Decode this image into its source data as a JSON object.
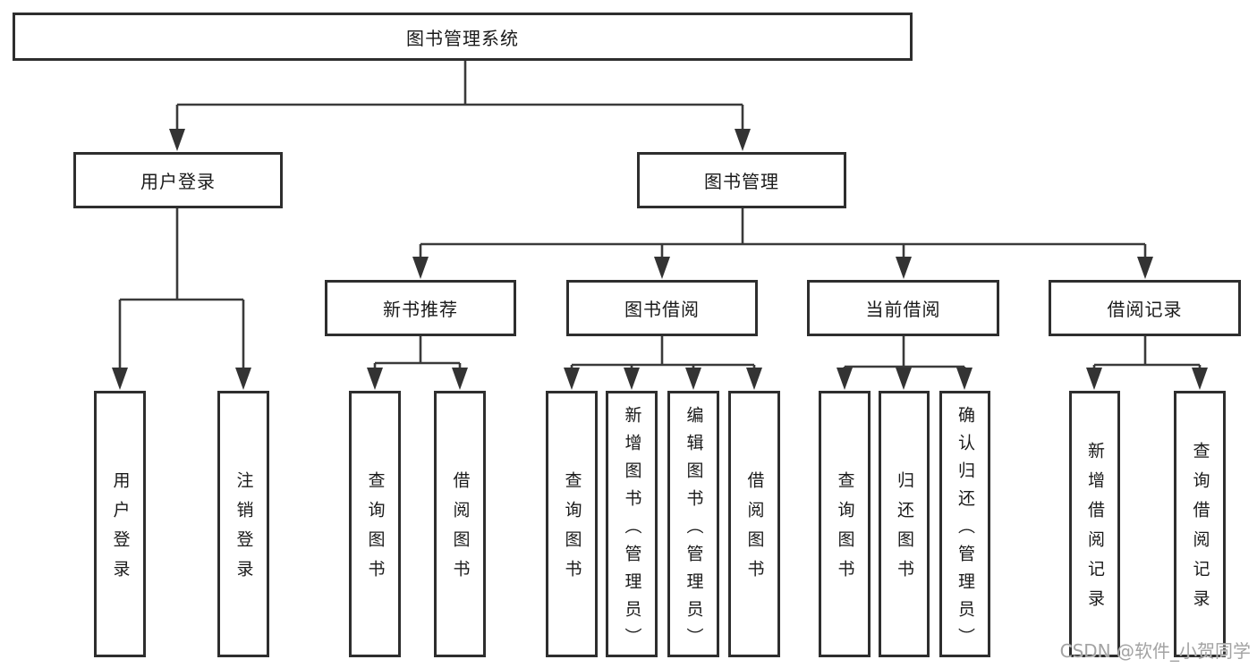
{
  "diagram_title": "图书管理系统",
  "colors": {
    "background": "#ffffff",
    "box_border": "#2e2e2e",
    "connector_line": "#3a3a3a",
    "text": "#1a1a1a",
    "watermark": "#a3a3a3"
  },
  "watermark": {
    "text": "CSDN @软件_小贺同学"
  },
  "nodes": {
    "root": {
      "label": "图书管理系统"
    },
    "user_login": {
      "label": "用户登录"
    },
    "book_mgmt": {
      "label": "图书管理"
    },
    "new_book_rec": {
      "label": "新书推荐"
    },
    "book_borrow": {
      "label": "图书借阅"
    },
    "current_borrow": {
      "label": "当前借阅"
    },
    "borrow_records": {
      "label": "借阅记录"
    },
    "leaf_user_login": {
      "label": "用户登录"
    },
    "leaf_logout": {
      "label": "注销登录"
    },
    "leaf_nbr_query": {
      "label": "查询图书"
    },
    "leaf_nbr_borrow": {
      "label": "借阅图书"
    },
    "leaf_bb_query": {
      "label": "查询图书"
    },
    "leaf_bb_add": {
      "label": "新增图书（管理员）"
    },
    "leaf_bb_edit": {
      "label": "编辑图书（管理员）"
    },
    "leaf_bb_borrow": {
      "label": "借阅图书"
    },
    "leaf_cb_query": {
      "label": "查询图书"
    },
    "leaf_cb_return": {
      "label": "归还图书"
    },
    "leaf_cb_confirm": {
      "label": "确认归还（管理员）"
    },
    "leaf_br_add": {
      "label": "新增借阅记录"
    },
    "leaf_br_query": {
      "label": "查询借阅记录"
    }
  },
  "hierarchy": {
    "图书管理系统": {
      "用户登录": [
        "用户登录",
        "注销登录"
      ],
      "图书管理": {
        "新书推荐": [
          "查询图书",
          "借阅图书"
        ],
        "图书借阅": [
          "查询图书",
          "新增图书（管理员）",
          "编辑图书（管理员）",
          "借阅图书"
        ],
        "当前借阅": [
          "查询图书",
          "归还图书",
          "确认归还（管理员）"
        ],
        "借阅记录": [
          "新增借阅记录",
          "查询借阅记录"
        ]
      }
    }
  }
}
